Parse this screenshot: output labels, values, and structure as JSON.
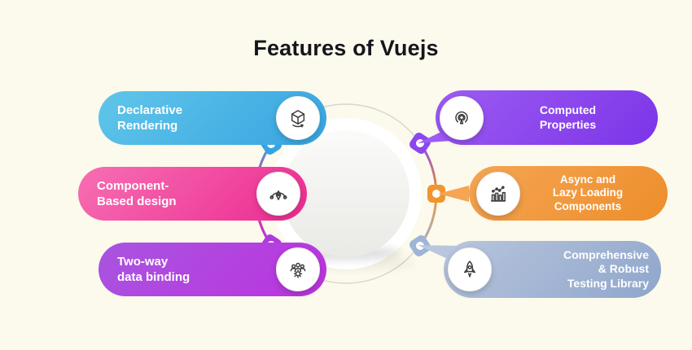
{
  "title": "Features of Vuejs",
  "colors": {
    "background": "#FCFAEC",
    "title_text": "#16151B",
    "bubble_text": "#FFFFFF",
    "ring_gray": "#D8D5C9",
    "center_halo": "#FFFFFF",
    "center_disc_top": "#FAFAF8",
    "center_disc_bottom": "#E9E9E6"
  },
  "features": [
    {
      "id": "declarative-rendering",
      "lines": [
        "Declarative",
        "Rendering"
      ],
      "icon": "cube-3d-render-icon",
      "c1": "#60C6E9",
      "c2": "#37A4E1",
      "accent": "#37A4E1"
    },
    {
      "id": "component-based-design",
      "lines": [
        "Component-",
        "Based design"
      ],
      "icon": "pen-tool-icon",
      "c1": "#F76FB3",
      "c2": "#EC2B90",
      "accent": "#EC2B90"
    },
    {
      "id": "two-way-data-binding",
      "lines": [
        "Two-way",
        "data binding"
      ],
      "icon": "team-gear-icon",
      "c1": "#A855E0",
      "c2": "#BC33DE",
      "accent": "#AE3BDE"
    },
    {
      "id": "computed-properties",
      "lines": [
        "Computed",
        "Properties"
      ],
      "icon": "broadcast-icon",
      "c1": "#9D5CF2",
      "c2": "#7C34E8",
      "accent": "#8B47F0"
    },
    {
      "id": "async-lazy-loading-components",
      "lines": [
        "Async and",
        "Lazy Loading",
        "Components"
      ],
      "icon": "bar-chart-icon",
      "c1": "#F5A554",
      "c2": "#ED8E2A",
      "accent": "#F0952F"
    },
    {
      "id": "comprehensive-testing-library",
      "lines": [
        "Comprehensive",
        "& Robust",
        "Testing Library"
      ],
      "icon": "rocket-icon",
      "c1": "#B9C6DD",
      "c2": "#8FA6CB",
      "accent": "#9FB4D6"
    }
  ]
}
